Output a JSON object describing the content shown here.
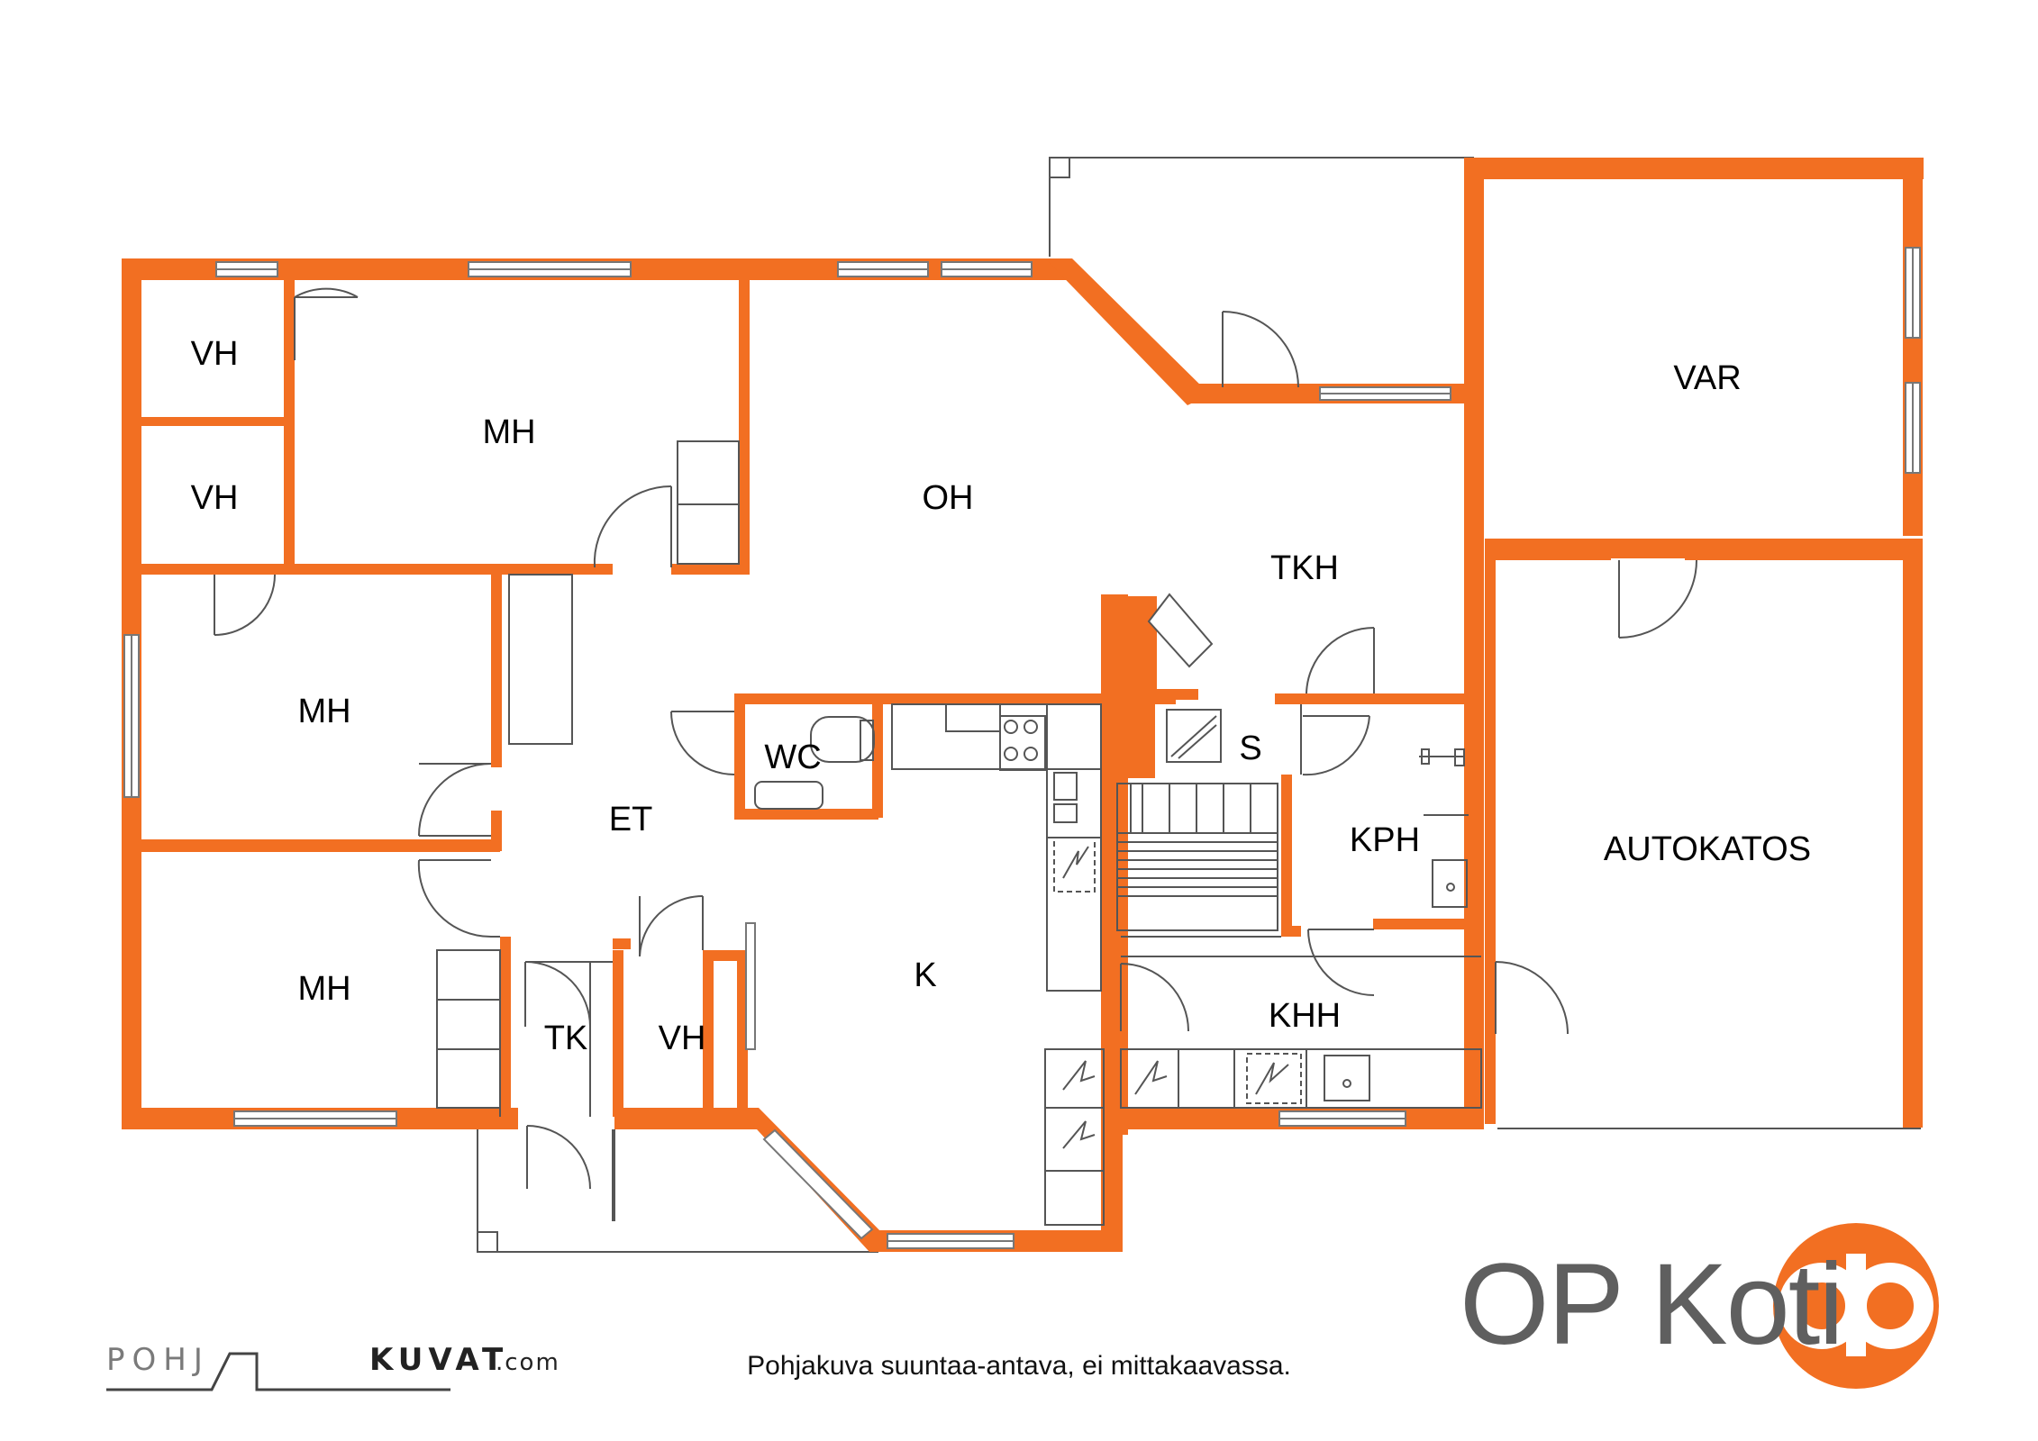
{
  "rooms": {
    "vh1": "VH",
    "vh2": "VH",
    "mh1": "MH",
    "oh": "OH",
    "var": "VAR",
    "tkh": "TKH",
    "mh2": "MH",
    "wc": "WC",
    "s": "S",
    "et": "ET",
    "kph": "KPH",
    "autokatos": "AUTOKATOS",
    "mh3": "MH",
    "k": "K",
    "khh": "KHH",
    "tk": "TK",
    "vh3": "VH"
  },
  "footer": {
    "note": "Pohjakuva suuntaa-antava, ei mittakaavassa.",
    "brand": "OP Koti",
    "credit_part1": "POHJ",
    "credit_part2": "KUVAT",
    "credit_part3": ".com"
  },
  "colors": {
    "wall": "#F26F22",
    "line": "#555555",
    "window": "#777777",
    "brand_text": "#5f5f5f"
  }
}
